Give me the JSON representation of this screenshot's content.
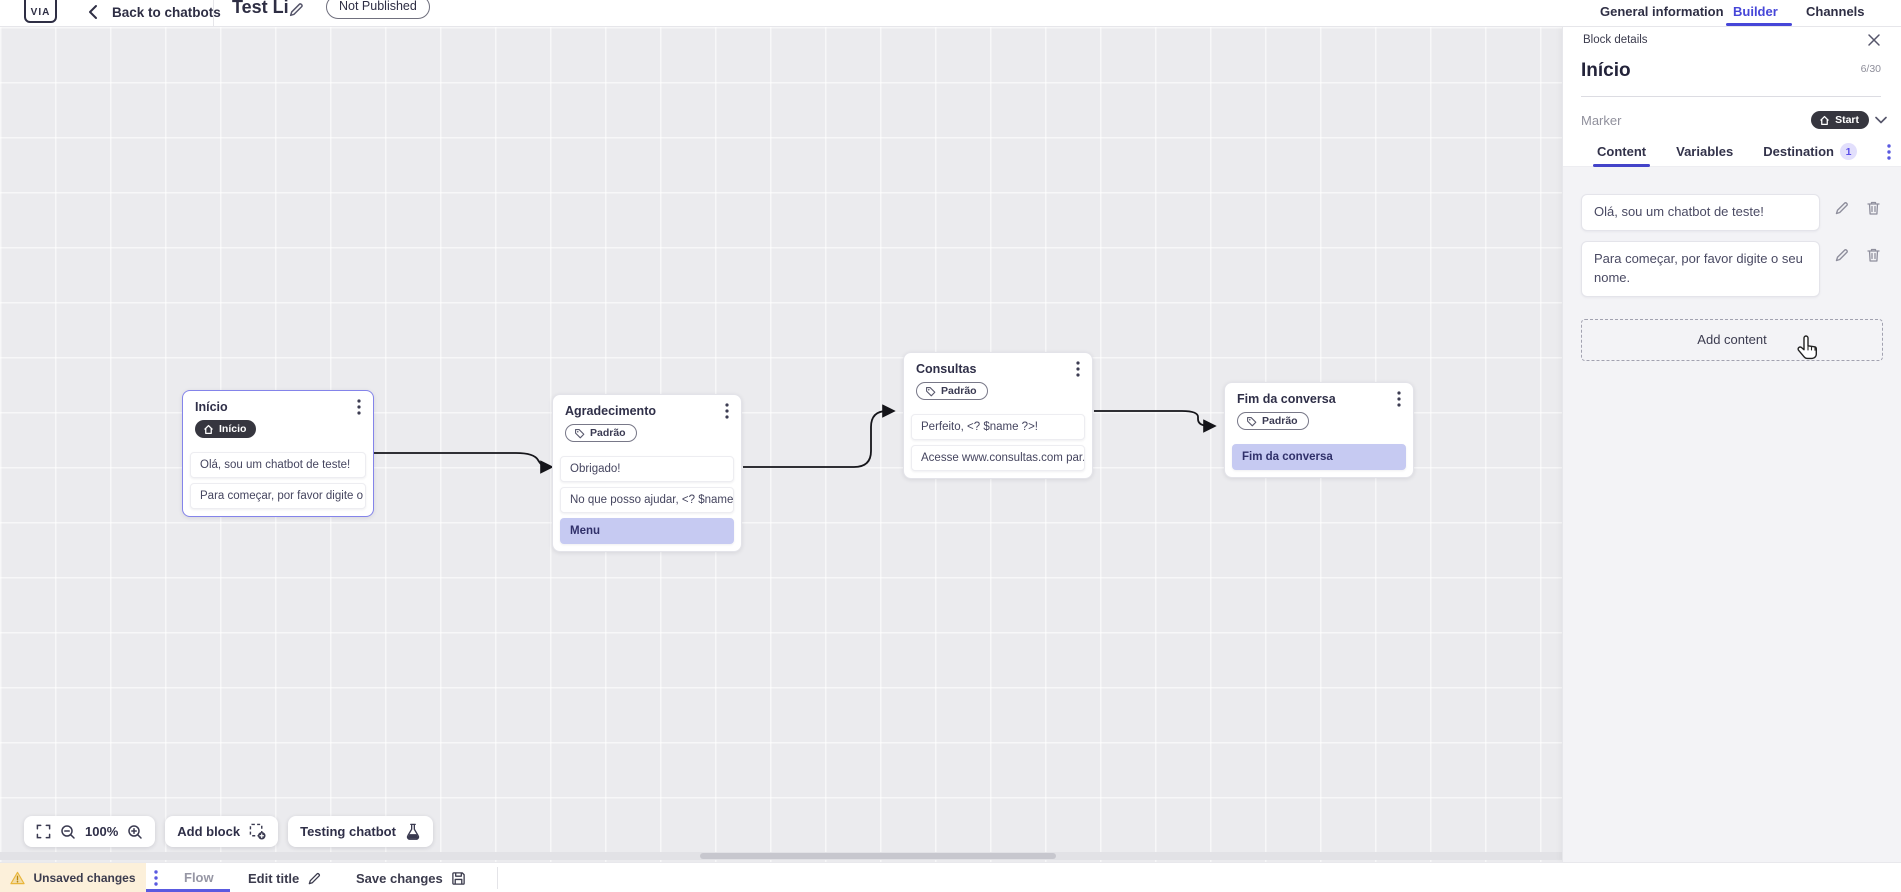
{
  "topbar": {
    "logo_text": "VIA",
    "back_label": "Back to chatbots",
    "bot_title": "Test Li",
    "status_badge": "Not Published",
    "tabs": [
      {
        "label": "General information",
        "active": false
      },
      {
        "label": "Builder",
        "active": true
      },
      {
        "label": "Channels",
        "active": false
      }
    ]
  },
  "panel": {
    "header": "Block details",
    "block_name": "Início",
    "name_counter": "6/30",
    "marker_label": "Marker",
    "marker_value": "Start",
    "tabs": [
      {
        "label": "Content",
        "active": true
      },
      {
        "label": "Variables",
        "active": false
      },
      {
        "label": "Destination",
        "active": false,
        "badge": "1"
      }
    ],
    "contents": [
      "Olá, sou um chatbot de teste!",
      "Para começar, por favor digite o seu nome."
    ],
    "add_content_label": "Add content"
  },
  "canvas": {
    "blocks": [
      {
        "title": "Início",
        "badge": "Início",
        "badge_type": "start",
        "selected": true,
        "rows": [
          {
            "text": "Olá, sou um chatbot de teste!",
            "type": "message"
          },
          {
            "text": "Para começar, por favor digite o ...",
            "type": "message"
          }
        ]
      },
      {
        "title": "Agradecimento",
        "badge": "Padrão",
        "badge_type": "tag",
        "selected": false,
        "rows": [
          {
            "text": "Obrigado!",
            "type": "message"
          },
          {
            "text": "No que posso ajudar, <? $name ...",
            "type": "message"
          },
          {
            "text": "Menu",
            "type": "action"
          }
        ]
      },
      {
        "title": "Consultas",
        "badge": "Padrão",
        "badge_type": "tag",
        "selected": false,
        "rows": [
          {
            "text": "Perfeito, <? $name ?>!",
            "type": "message"
          },
          {
            "text": "Acesse www.consultas.com par...",
            "type": "message"
          }
        ]
      },
      {
        "title": "Fim da conversa",
        "badge": "Padrão",
        "badge_type": "tag",
        "selected": false,
        "rows": [
          {
            "text": "Fim da conversa",
            "type": "action"
          }
        ]
      }
    ],
    "zoom_level": "100%",
    "add_block_label": "Add block",
    "testing_label": "Testing chatbot"
  },
  "bottombar": {
    "unsaved_label": "Unsaved changes",
    "flow_tab": "Flow",
    "edit_title_label": "Edit title",
    "save_label": "Save changes"
  },
  "colors": {
    "accent_blue": "#4646d8",
    "selected_node_border": "#8484ea",
    "action_row_bg": "#c6caf2",
    "dark_pill_bg": "#36363f",
    "warning_bg": "#fcf0da",
    "warning_icon": "#e9b63b",
    "destination_badge_bg": "#e2dffc",
    "destination_badge_text": "#5b4fe9"
  }
}
